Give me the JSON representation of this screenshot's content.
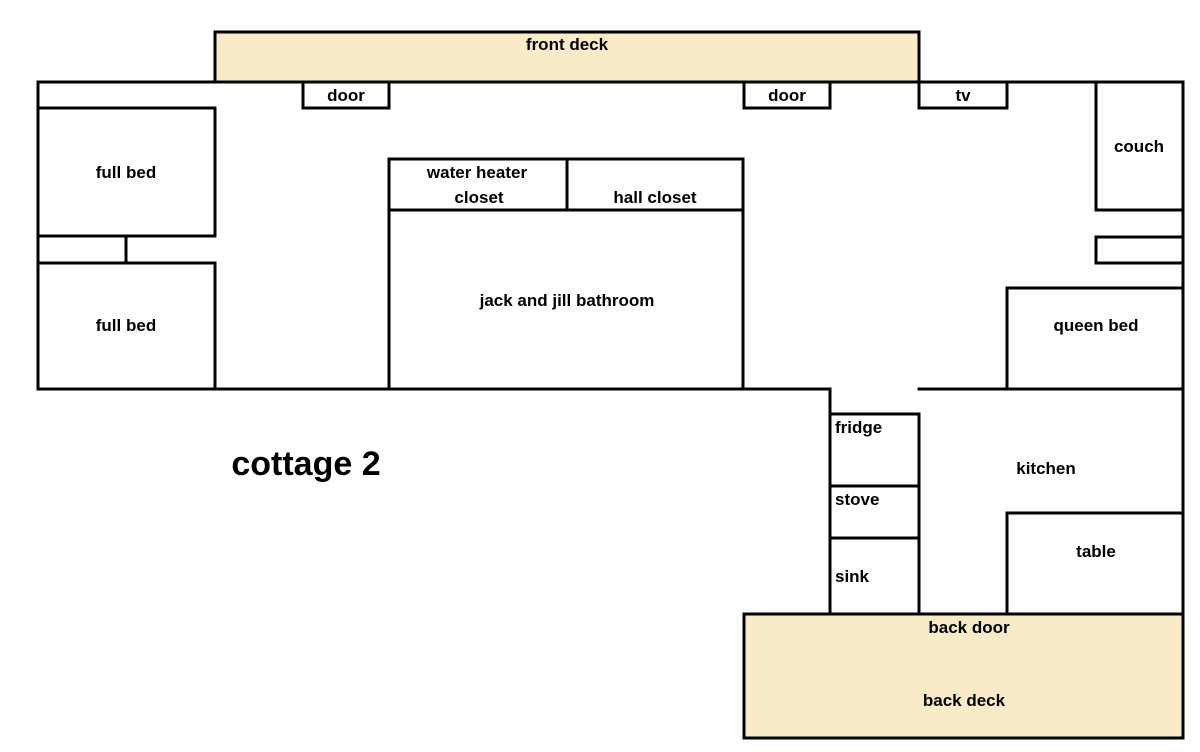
{
  "title": "cottage 2",
  "colors": {
    "deck_fill": "#faebc8",
    "wall": "#000000",
    "background": "#ffffff"
  },
  "labels": {
    "front_deck": "front deck",
    "door_left": "door",
    "door_right": "door",
    "tv": "tv",
    "couch": "couch",
    "full_bed_top": "full bed",
    "full_bed_bottom": "full bed",
    "water_heater_line1": "water heater",
    "water_heater_line2": "closet",
    "hall_closet": "hall closet",
    "bathroom": "jack and jill bathroom",
    "queen_bed": "queen bed",
    "fridge": "fridge",
    "stove": "stove",
    "sink": "sink",
    "kitchen": "kitchen",
    "table": "table",
    "back_door": "back door",
    "back_deck": "back deck"
  }
}
